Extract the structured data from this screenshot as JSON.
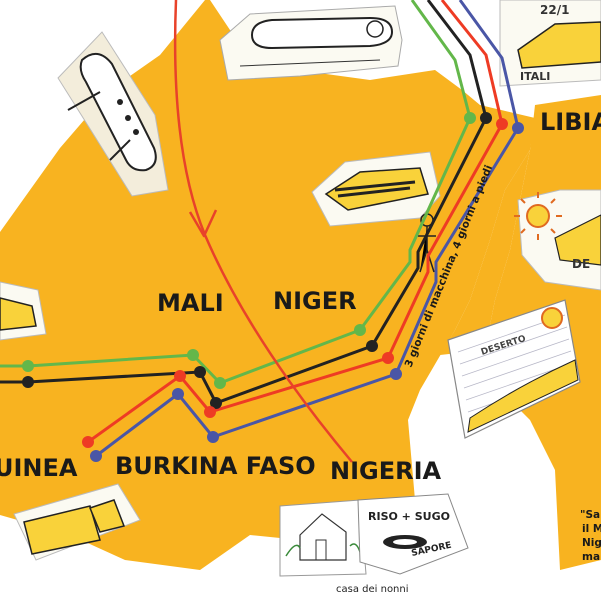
{
  "labels": {
    "libia": "LIBIA",
    "mali": "MALI",
    "niger": "NIGER",
    "guinea": "UINEA",
    "burkina_faso": "BURKINA FASO",
    "nigeria": "NIGERIA"
  },
  "route_note": "3 giorni di macchina, 4 giorni a piedi",
  "caption_house": "casa dei nonni",
  "drawing_texts": {
    "italia": "ITALI",
    "date": "22/1",
    "deserto": "DESERTO",
    "de_fragment": "DE",
    "riso_sugo": "RISO + SUGO",
    "sapore": "SAPORE"
  },
  "quote_fragment": [
    "\"Sa",
    "il M",
    "Nig",
    "ma"
  ],
  "colors": {
    "map_fill": "#F8B320",
    "route_green": "#63B74A",
    "route_black": "#222222",
    "route_red": "#EE3B24",
    "route_blue": "#4A56A6",
    "journey_arrow": "#E8422A"
  }
}
